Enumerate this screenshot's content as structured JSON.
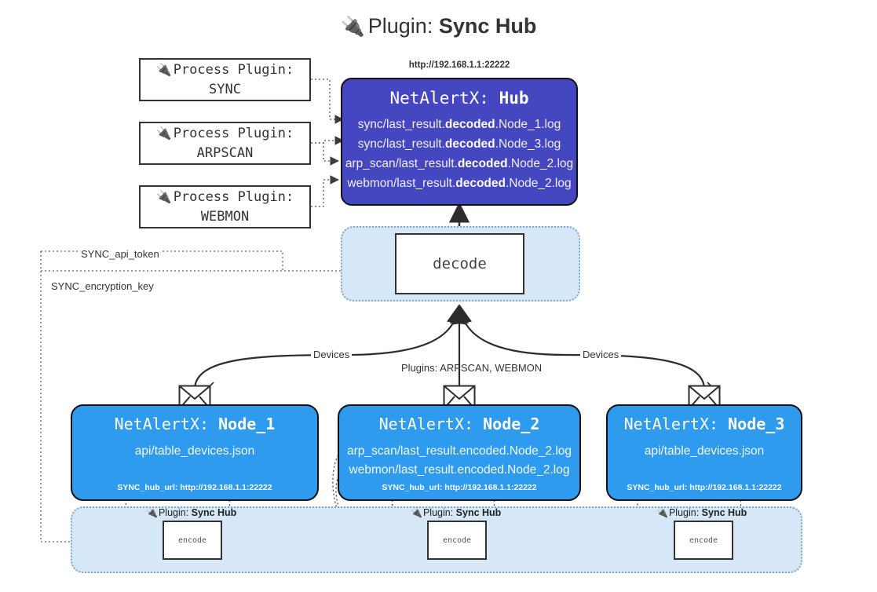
{
  "page": {
    "title_prefix": "Plugin:",
    "title_name": "Sync Hub",
    "plug_icon": "plug-icon",
    "bg": "#ffffff"
  },
  "colors": {
    "hub_fill": "#4547c0",
    "node_fill": "#2f9bef",
    "container_fill": "#d6e7f7",
    "container_border": "#7fa8cc",
    "stroke": "#333333"
  },
  "process_plugins": [
    {
      "line1": "Process Plugin:",
      "line2": "SYNC"
    },
    {
      "line1": "Process Plugin:",
      "line2": "ARPSCAN"
    },
    {
      "line1": "Process Plugin:",
      "line2": "WEBMON"
    }
  ],
  "hub": {
    "url": "http://192.168.1.1:22222",
    "title_prefix": "NetAlertX:",
    "title_name": "Hub",
    "logs": [
      {
        "pre": "sync/last_result.",
        "mid": "decoded",
        "post": ".Node_1.log"
      },
      {
        "pre": "sync/last_result.",
        "mid": "decoded",
        "post": ".Node_3.log"
      },
      {
        "pre": "arp_scan/last_result.",
        "mid": "decoded",
        "post": ".Node_2.log"
      },
      {
        "pre": "webmon/last_result.",
        "mid": "decoded",
        "post": ".Node_2.log"
      }
    ]
  },
  "decode": {
    "label": "decode"
  },
  "secrets": [
    {
      "label": "SYNC_api_token"
    },
    {
      "label": "SYNC_encryption_key"
    }
  ],
  "edge_labels": {
    "left_devices": "Devices",
    "center_plugins": "Plugins: ARPSCAN, WEBMON",
    "right_devices": "Devices"
  },
  "nodes": [
    {
      "title_prefix": "NetAlertX:",
      "title_name": "Node_1",
      "lines": [
        "api/table_devices.json"
      ],
      "footer": "SYNC_hub_url: http://192.168.1.1:22222"
    },
    {
      "title_prefix": "NetAlertX:",
      "title_name": "Node_2",
      "lines": [
        "arp_scan/last_result.encoded.Node_2.log",
        "webmon/last_result.encoded.Node_2.log"
      ],
      "footer": "SYNC_hub_url: http://192.168.1.1:22222"
    },
    {
      "title_prefix": "NetAlertX:",
      "title_name": "Node_3",
      "lines": [
        "api/table_devices.json"
      ],
      "footer": "SYNC_hub_url: http://192.168.1.1:22222"
    }
  ],
  "encoders": [
    {
      "plugin_prefix": "Plugin:",
      "plugin_name": "Sync Hub",
      "label": "encode"
    },
    {
      "plugin_prefix": "Plugin:",
      "plugin_name": "Sync Hub",
      "label": "encode"
    },
    {
      "plugin_prefix": "Plugin:",
      "plugin_name": "Sync Hub",
      "label": "encode"
    }
  ]
}
